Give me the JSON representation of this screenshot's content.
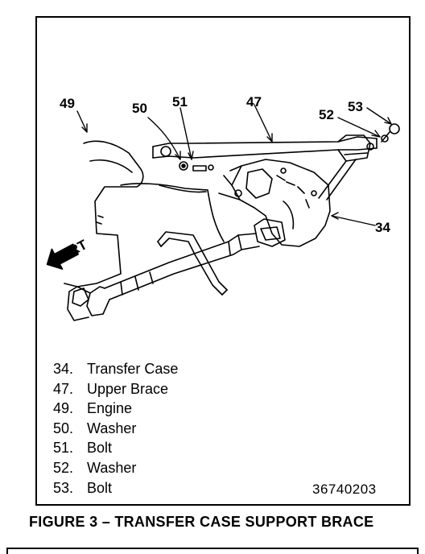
{
  "callouts": {
    "c49": "49",
    "c50": "50",
    "c51": "51",
    "c47": "47",
    "c52": "52",
    "c53": "53",
    "c34": "34"
  },
  "frt_label": "FRT",
  "legend": [
    {
      "num": "34.",
      "label": "Transfer Case"
    },
    {
      "num": "47.",
      "label": "Upper Brace"
    },
    {
      "num": "49.",
      "label": "Engine"
    },
    {
      "num": "50.",
      "label": "Washer"
    },
    {
      "num": "51.",
      "label": "Bolt"
    },
    {
      "num": "52.",
      "label": "Washer"
    },
    {
      "num": "53.",
      "label": "Bolt"
    }
  ],
  "figure_id": "36740203",
  "caption": "FIGURE 3 – TRANSFER CASE SUPPORT BRACE"
}
